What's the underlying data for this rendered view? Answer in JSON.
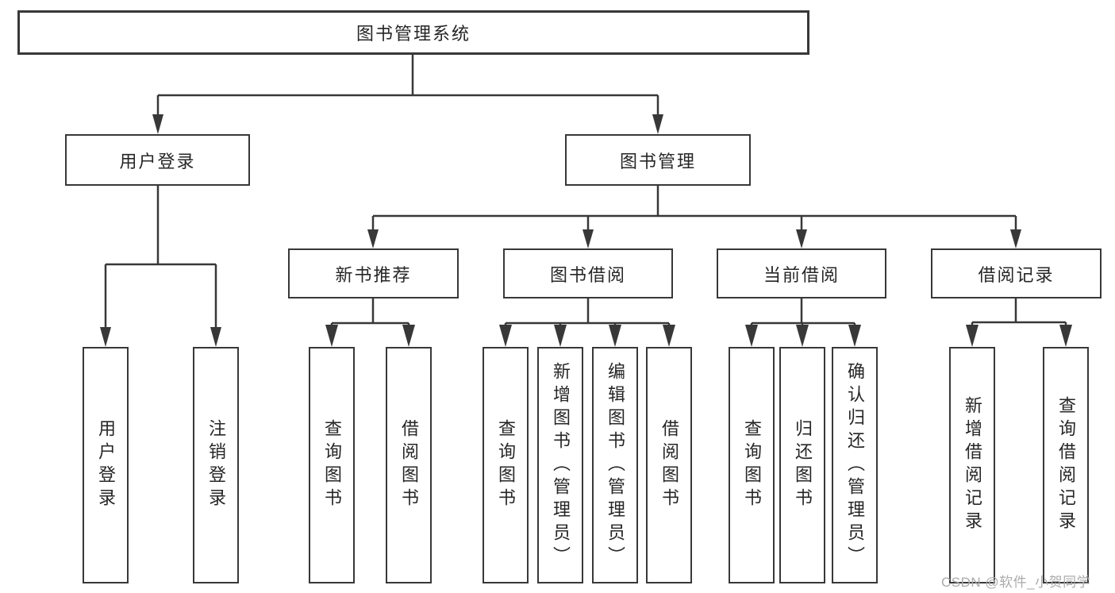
{
  "tree": {
    "label": "图书管理系统",
    "children": [
      {
        "label": "用户登录",
        "children": [
          {
            "label": "用户登录"
          },
          {
            "label": "注销登录"
          }
        ]
      },
      {
        "label": "图书管理",
        "children": [
          {
            "label": "新书推荐",
            "children": [
              {
                "label": "查询图书"
              },
              {
                "label": "借阅图书"
              }
            ]
          },
          {
            "label": "图书借阅",
            "children": [
              {
                "label": "查询图书"
              },
              {
                "label": "新增图书（管理员）"
              },
              {
                "label": "编辑图书（管理员）"
              },
              {
                "label": "借阅图书"
              }
            ]
          },
          {
            "label": "当前借阅",
            "children": [
              {
                "label": "查询图书"
              },
              {
                "label": "归还图书"
              },
              {
                "label": "确认归还（管理员）"
              }
            ]
          },
          {
            "label": "借阅记录",
            "children": [
              {
                "label": "新增借阅记录"
              },
              {
                "label": "查询借阅记录"
              }
            ]
          }
        ]
      }
    ]
  },
  "watermark": {
    "text": "CSDN @软件_小贺同学"
  },
  "colors": {
    "line": "#383838",
    "text": "#262626",
    "box_background": "#ffffff",
    "watermark": "#ababab"
  }
}
